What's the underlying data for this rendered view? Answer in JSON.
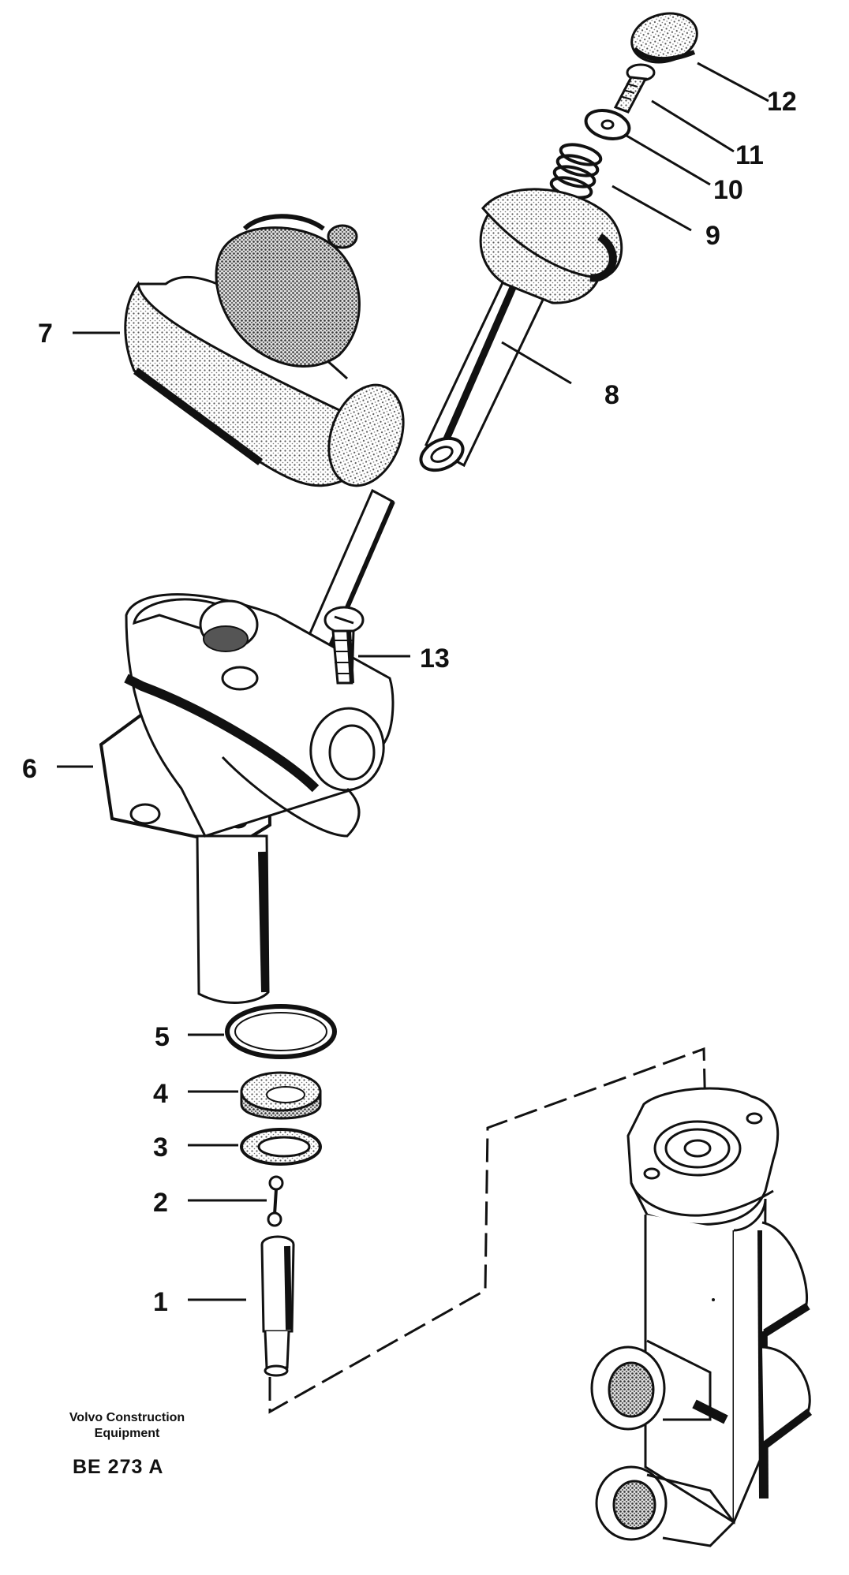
{
  "diagram": {
    "callouts": {
      "c1": "1",
      "c2": "2",
      "c3": "3",
      "c4": "4",
      "c5": "5",
      "c6": "6",
      "c7": "7",
      "c8": "8",
      "c9": "9",
      "c10": "10",
      "c11": "11",
      "c12": "12",
      "c13": "13"
    },
    "credit": {
      "line1": "Volvo Construction",
      "line2": "Equipment"
    },
    "drawing_code": "BE 273 A"
  },
  "colors": {
    "ink": "#111111",
    "paper": "#ffffff",
    "shade": "#8a8a8a"
  }
}
